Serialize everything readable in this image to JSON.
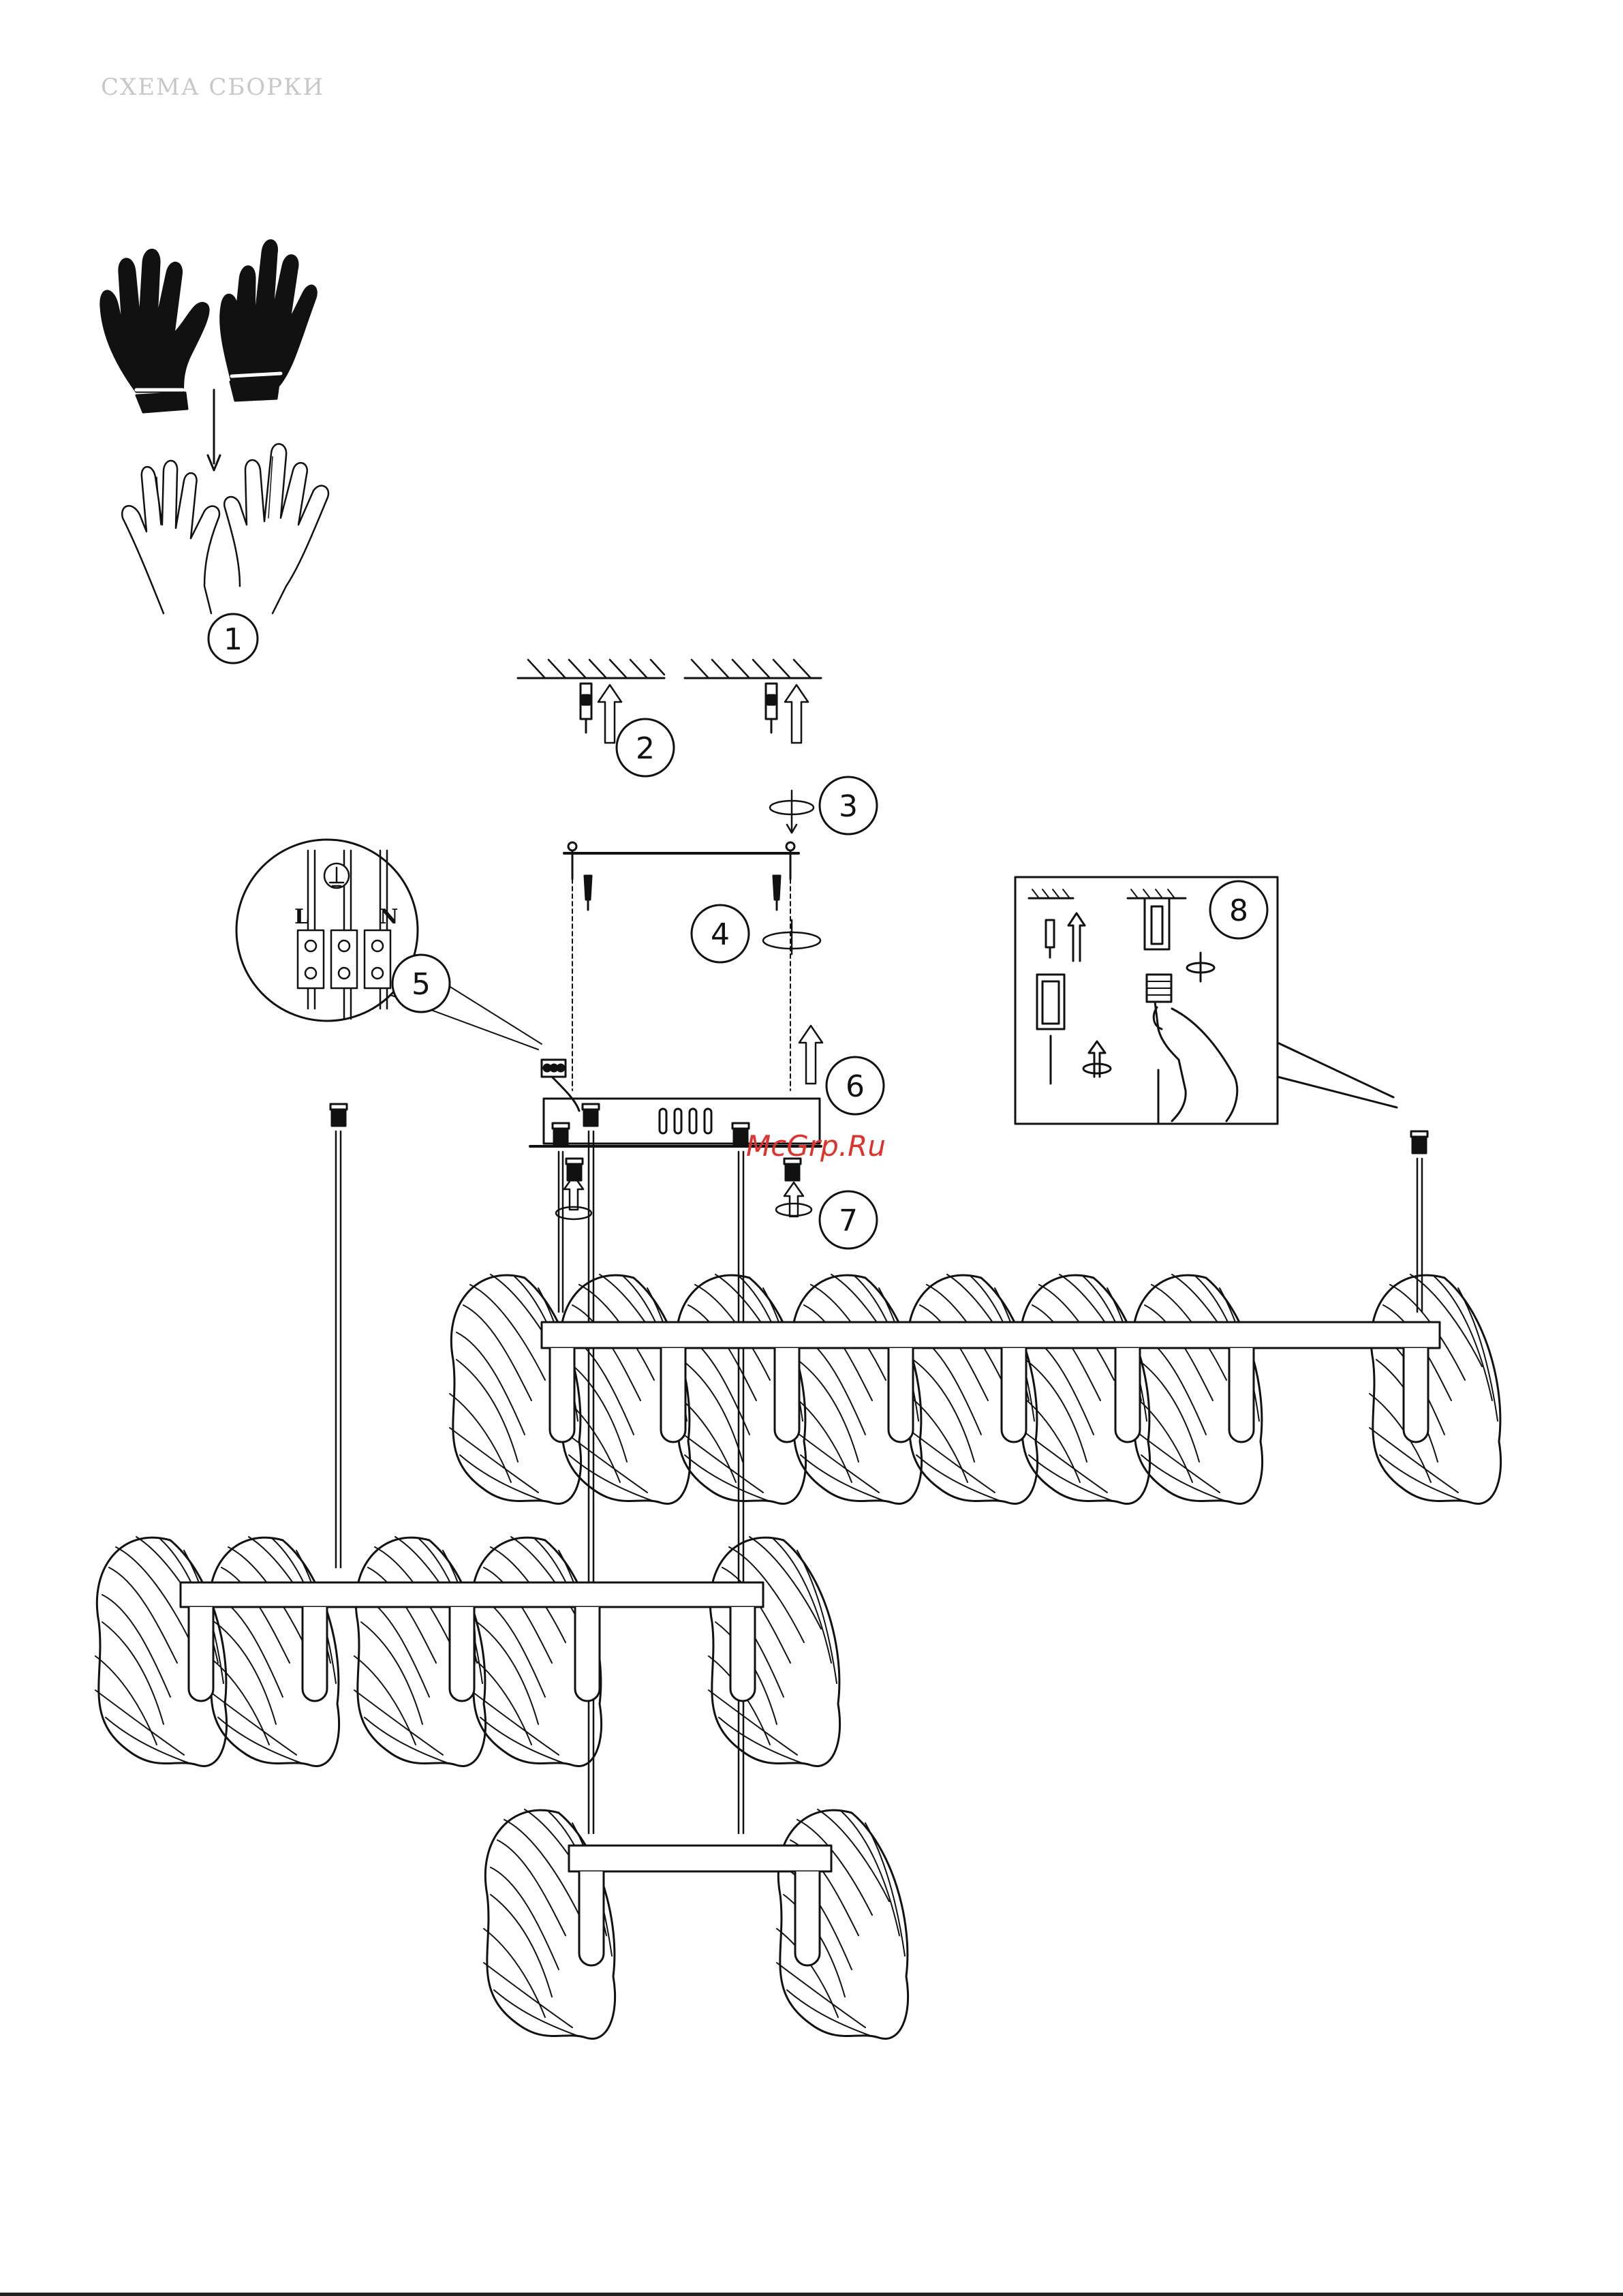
{
  "heading": "СХЕМА СБОРКИ",
  "watermark": "McGrp.Ru",
  "steps": [
    "1",
    "2",
    "3",
    "4",
    "5",
    "6",
    "7",
    "8"
  ],
  "wiring": {
    "live": "L",
    "neutral": "N"
  },
  "colors": {
    "line": "#111111",
    "heading": "#c8c8c8",
    "watermark": "#e0312b"
  }
}
